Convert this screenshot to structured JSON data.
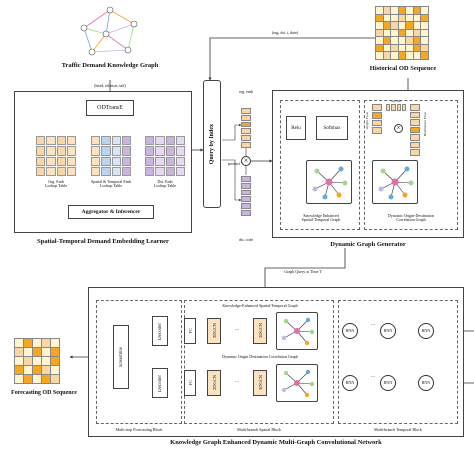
{
  "titles": {
    "traffic_kg": "Traffic Demand Knowledge Graph",
    "historical_od": "Historical OD Sequence",
    "forecasting_od": "Forecasting OD Sequence",
    "stdel": "Spatial-Temporal Demand Embedding Learner",
    "dgg": "Dynamic Graph Generator",
    "kgdmgcn": "Knowledge Graph Enhanced Dynamic Multi-Graph Convolutional Network"
  },
  "labels": {
    "head_rel_tail": "(head, relation, tail)",
    "odtranse": "ODTransE",
    "org_emb": "Org. Emb\nLookup Table",
    "st_emb": "Spatial & Temporal Emb\nLookup Table",
    "dst_emb": "Dst. Emb\nLookup Table",
    "aggregator": "Aggregator & Inferencer",
    "query_index": "Query by Index",
    "org_dst_t": "(org, dst, t, date)",
    "org_emb_side": "org. emb",
    "dst_code": "dst. code",
    "product": "product",
    "relu": "Relu",
    "softmax": "Softmax",
    "origin_flow": "Origin Flow",
    "destination_flow": "Destination Flow",
    "org_dst": "org. dist",
    "ke_sg": "Knowledge Enhanced\nSpatial-Temporal Graph",
    "dod_cg": "Dynamic Origin-Destination\nCorrelation Graph",
    "graph_query": "Graph Query at Time T",
    "ke_stg_inner": "Knowledge-Enhanced Spatial-Temporal Graph",
    "dod_cg_inner": "Dynamic Origin Destination Correlation Graph",
    "decoder": "Decoder",
    "ensemble": "Ensemble",
    "fc": "FC",
    "gcn_2d": "2DGCN",
    "gcn_3d": "3DGCN",
    "rnn": "RNN",
    "dots": "...",
    "multi_step": "Multi-step Forecasting Block",
    "multi_spatial": "Multi-branch Spatial Block",
    "multi_temporal": "Multi-branch Temporal Block"
  },
  "colors": {
    "orange": "#f5a623",
    "peach": "#f9d6a5",
    "lightorange": "#fbe3c2",
    "blue": "#b9d3f0",
    "lightblue": "#d7e6f7",
    "purple": "#c9b5e0",
    "lightpurple": "#e5daf1",
    "green": "#a6d68c",
    "pink": "#e36fa9",
    "cream": "#fff6cf"
  }
}
